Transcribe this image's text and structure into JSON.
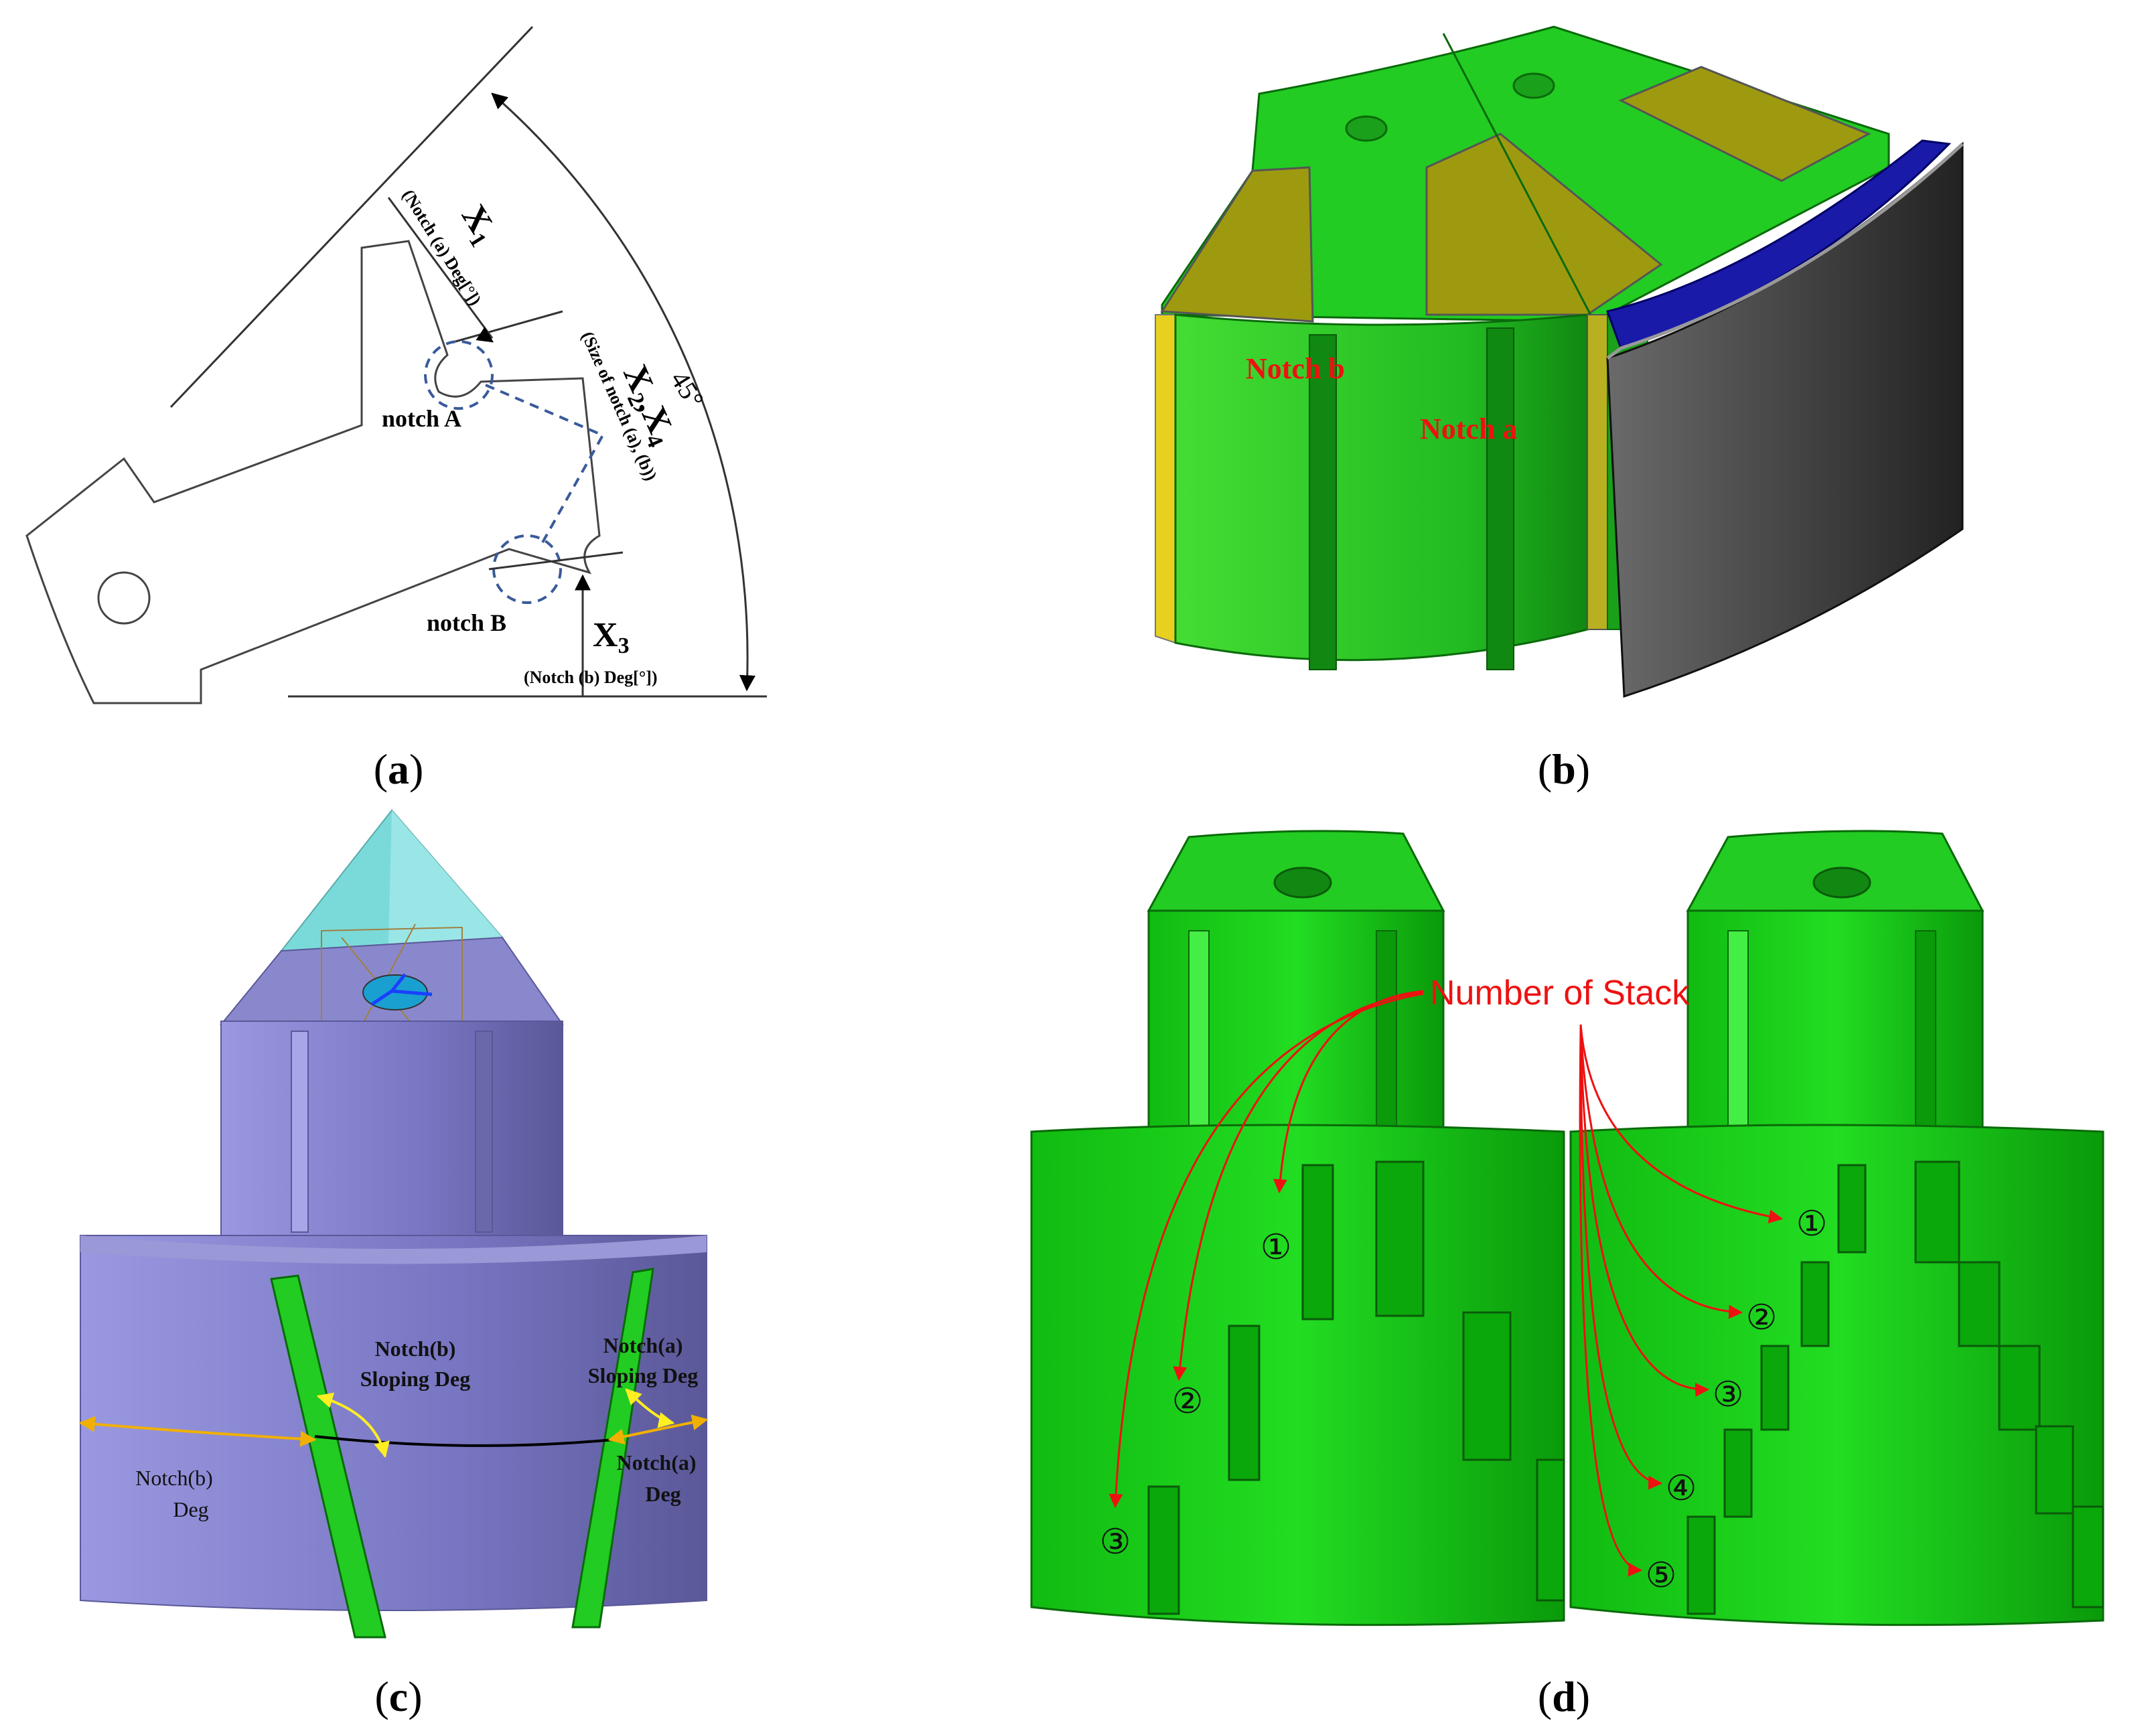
{
  "panels": {
    "a": {
      "caption_label": "a",
      "angle_label": "45°",
      "x1": "X",
      "x1_sub": "1",
      "x1_desc": "(Notch (a) Deg[°])",
      "x24": "X",
      "x24_sub": "2",
      "x24_comma": ",X",
      "x24_sub2": "4",
      "x24_desc": "(Size of notch (a), (b))",
      "x3": "X",
      "x3_sub": "3",
      "x3_desc": "(Notch (b) Deg[°])",
      "notch_a": "notch A",
      "notch_b": "notch B"
    },
    "b": {
      "caption_label": "b",
      "notch_b": "Notch b",
      "notch_a": "Notch a"
    },
    "c": {
      "caption_label": "c",
      "notch_b_slope_1": "Notch(b)",
      "notch_b_slope_2": "Sloping Deg",
      "notch_a_slope_1": "Notch(a)",
      "notch_a_slope_2": "Sloping Deg",
      "notch_b_deg_1": "Notch(b)",
      "notch_b_deg_2": "Deg",
      "notch_a_deg_1": "Notch(a)",
      "notch_a_deg_2": "Deg"
    },
    "d": {
      "caption_label": "d",
      "title": "Number of Stack",
      "left_steps": [
        "①",
        "②",
        "③"
      ],
      "right_steps": [
        "①",
        "②",
        "③",
        "④",
        "⑤"
      ]
    }
  },
  "colors": {
    "green": "#22cc22",
    "green_dark": "#149a14",
    "olive": "#9e9a10",
    "blue": "#1a1aa8",
    "gray": "#3a3a3a",
    "lavender": "#8a88cc",
    "cyan": "#7adada",
    "red": "#ee1111",
    "orange": "#f0b000"
  }
}
